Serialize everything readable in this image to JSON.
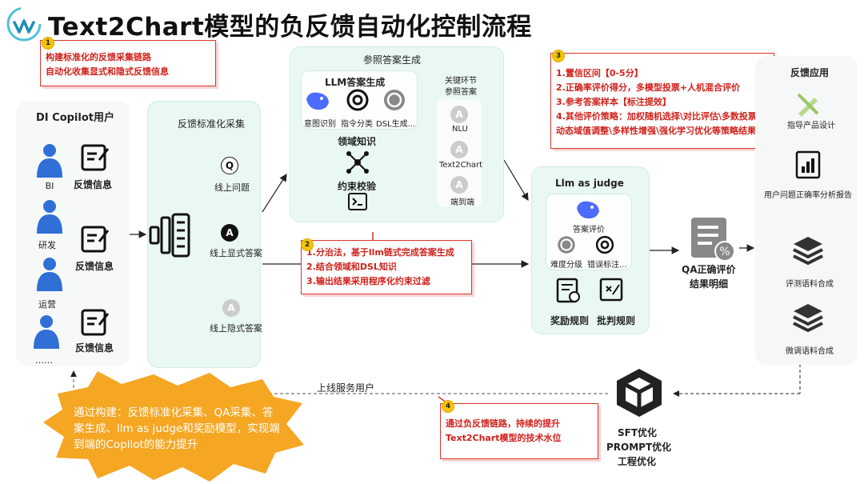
{
  "title": "Text2Chart模型的负反馈自动化控制流程",
  "colors": {
    "accent_red": "#d0201a",
    "panel_mint": "#eaf8f4",
    "badge_yellow": "#f5c400",
    "burst_orange": "#f5a623",
    "person_blue": "#2f6fd6"
  },
  "callout1": {
    "num": "1",
    "lines": [
      "构建标准化的反馈采集链路",
      "自动化收集显式和隐式反馈信息"
    ]
  },
  "users": {
    "title": "DI Copilot用户",
    "roles": [
      "BI",
      "研发",
      "运营",
      "……"
    ],
    "feedback_label": "反馈信息"
  },
  "collect": {
    "title": "反馈标准化采集",
    "items": [
      "线上问题",
      "线上显式答案",
      "线上隐式答案"
    ]
  },
  "ref": {
    "title": "参照答案生成",
    "llm_title": "LLM答案生成",
    "llm_steps": [
      "意图识别",
      "指令分类",
      "DSL生成..."
    ],
    "key_title": [
      "关键环节",
      "参照答案"
    ],
    "key_items": [
      "NLU",
      "Text2Chart",
      "端到端"
    ],
    "domain_knowledge": "领域知识",
    "constraint_check": "约束校验"
  },
  "callout2": {
    "num": "2",
    "lines": [
      "1.分治法，基于llm链式完成答案生成",
      "2.结合领域和DSL知识",
      "3.输出结果采用程序化约束过滤"
    ]
  },
  "callout3": {
    "num": "3",
    "lines": [
      "1.置信区间【0-5分】",
      "2.正确率评价得分，多模型投票+人机混合评价",
      "3.参考答案样本【标注提效】",
      "4.其他评价策略：加权随机选择\\对比评估\\多数投票\\",
      "动态域值调整\\多样性增强\\强化学习优化等策略结果"
    ]
  },
  "judge": {
    "title": "Llm as judge",
    "answer_eval": "答案评价",
    "difficulty": "难度分级",
    "error_tag": "错误标注...",
    "reward_rule": "奖励规则",
    "critique_rule": "批判规则"
  },
  "qa_result": [
    "QA正确评价",
    "结果明细"
  ],
  "apps": {
    "title": "反馈应用",
    "items": [
      "指导产品设计",
      "用户问题正确率分析报告",
      "评测语料合成",
      "微调语料合成"
    ]
  },
  "online_service": "上线服务用户",
  "burst_text": "通过构建：反馈标准化采集、QA采集、答案生成、llm as judge和奖励模型，实现端到端的Copilot的能力提升",
  "callout4": {
    "num": "4",
    "lines": [
      "通过负反馈链路，持续的提升",
      "Text2Chart模型的技术水位"
    ]
  },
  "optimize": [
    "SFT优化",
    "PROMPT优化",
    "工程优化"
  ]
}
